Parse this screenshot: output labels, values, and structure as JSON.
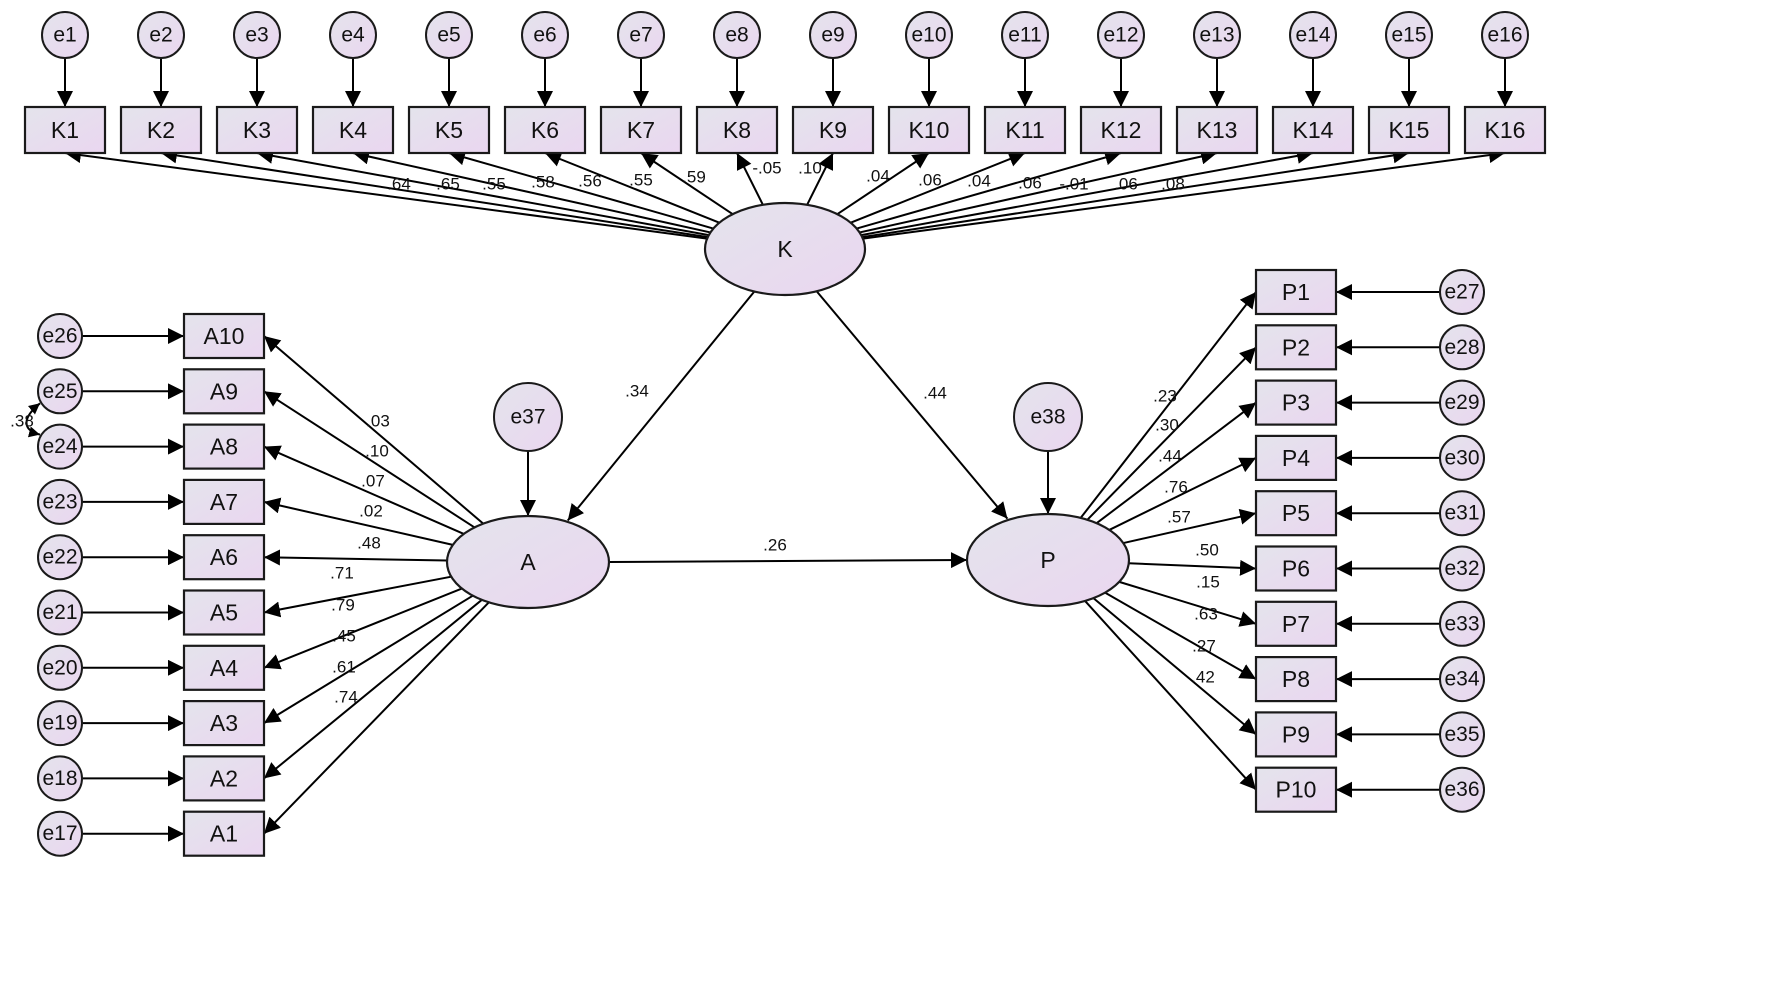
{
  "colors": {
    "fill_start": "#e4e4ec",
    "fill_end": "#ead6f0",
    "stroke": "#1a1a1a"
  },
  "latents": {
    "K": {
      "label": "K"
    },
    "A": {
      "label": "A"
    },
    "P": {
      "label": "P"
    }
  },
  "k_indicators": [
    {
      "label": "K1",
      "error": "e1",
      "loading": ".64"
    },
    {
      "label": "K2",
      "error": "e2",
      "loading": ".65"
    },
    {
      "label": "K3",
      "error": "e3",
      "loading": ".55"
    },
    {
      "label": "K4",
      "error": "e4",
      "loading": ".58"
    },
    {
      "label": "K5",
      "error": "e5",
      "loading": ".56"
    },
    {
      "label": "K6",
      "error": "e6",
      "loading": ".55"
    },
    {
      "label": "K7",
      "error": "e7",
      "loading": ".59"
    },
    {
      "label": "K8",
      "error": "e8",
      "loading": "-.05"
    },
    {
      "label": "K9",
      "error": "e9",
      "loading": ".10"
    },
    {
      "label": "K10",
      "error": "e10",
      "loading": ".04"
    },
    {
      "label": "K11",
      "error": "e11",
      "loading": ".06"
    },
    {
      "label": "K12",
      "error": "e12",
      "loading": ".04"
    },
    {
      "label": "K13",
      "error": "e13",
      "loading": ".06"
    },
    {
      "label": "K14",
      "error": "e14",
      "loading": "-.01"
    },
    {
      "label": "K15",
      "error": "e15",
      "loading": ".06"
    },
    {
      "label": "K16",
      "error": "e16",
      "loading": ".08"
    }
  ],
  "a_indicators": [
    {
      "label": "A10",
      "error": "e26",
      "loading": ".03"
    },
    {
      "label": "A9",
      "error": "e25",
      "loading": ".10"
    },
    {
      "label": "A8",
      "error": "e24",
      "loading": ".07"
    },
    {
      "label": "A7",
      "error": "e23",
      "loading": ".02"
    },
    {
      "label": "A6",
      "error": "e22",
      "loading": ".48"
    },
    {
      "label": "A5",
      "error": "e21",
      "loading": ".71"
    },
    {
      "label": "A4",
      "error": "e20",
      "loading": ".79"
    },
    {
      "label": "A3",
      "error": "e19",
      "loading": ".45"
    },
    {
      "label": "A2",
      "error": "e18",
      "loading": ".61"
    },
    {
      "label": "A1",
      "error": "e17",
      "loading": ".74"
    }
  ],
  "p_indicators": [
    {
      "label": "P1",
      "error": "e27",
      "loading": ".23"
    },
    {
      "label": "P2",
      "error": "e28",
      "loading": ".30"
    },
    {
      "label": "P3",
      "error": "e29",
      "loading": ".44"
    },
    {
      "label": "P4",
      "error": "e30",
      "loading": ".76"
    },
    {
      "label": "P5",
      "error": "e31",
      "loading": ".57"
    },
    {
      "label": "P6",
      "error": "e32",
      "loading": ".50"
    },
    {
      "label": "P7",
      "error": "e33",
      "loading": ".15"
    },
    {
      "label": "P8",
      "error": "e34",
      "loading": ".63"
    },
    {
      "label": "P9",
      "error": "e35",
      "loading": ".27"
    },
    {
      "label": "P10",
      "error": "e36",
      "loading": ".42"
    }
  ],
  "structural_errors": {
    "A": "e37",
    "P": "e38"
  },
  "paths": {
    "K_A": ".34",
    "K_P": ".44",
    "A_P": ".26"
  },
  "covariance": {
    "between": [
      "e25",
      "e24"
    ],
    "label": ".38"
  }
}
